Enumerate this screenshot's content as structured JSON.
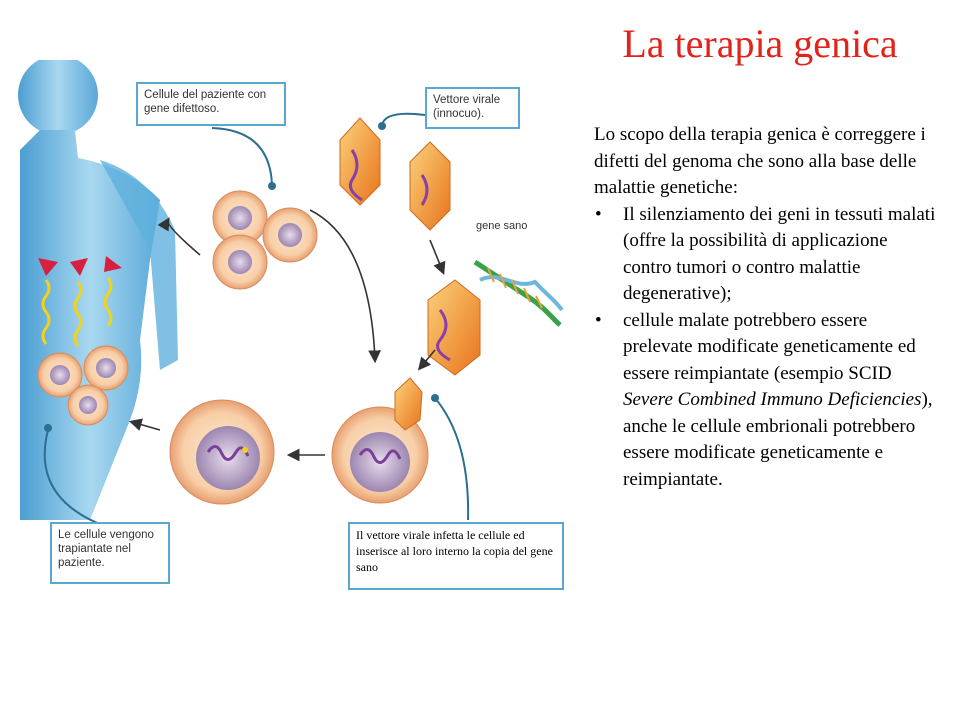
{
  "slide": {
    "title": "La terapia genica"
  },
  "diagram": {
    "callout_patient_cells": "Cellule del paziente con gene difettoso.",
    "callout_viral_vector": "Vettore virale (innocuo).",
    "label_healthy_gene": "gene sano",
    "callout_transplant": "Le cellule vengono trapiantate nel paziente.",
    "caption": "Il vettore virale infetta le cellule ed inserisce al loro interno la copia del gene sano"
  },
  "body_text": {
    "intro": "Lo scopo della terapia genica è correggere i difetti del genoma che sono alla base delle malattie genetiche:",
    "bullet_1": "Il silenziamento dei geni in tessuti malati (offre la possibilità di applicazione contro tumori o contro malattie degenerative);",
    "bullet_2_part_1": "cellule malate potrebbero essere prelevate modificate geneticamente ed essere reimpiantate (esempio SCID ",
    "bullet_2_italic": "Severe Combined Immuno Deficiencies",
    "bullet_2_part_2": "), anche le cellule embrionali potrebbero essere modificate geneticamente e reimpiantate."
  },
  "colors": {
    "title": "#e2231a",
    "callout_border": "#5aa8cf",
    "body_blue": "#6fb6dd",
    "cell_fill": "#f6c9a0",
    "vector_fill": "#f2a14a",
    "arrow": "#333333"
  }
}
